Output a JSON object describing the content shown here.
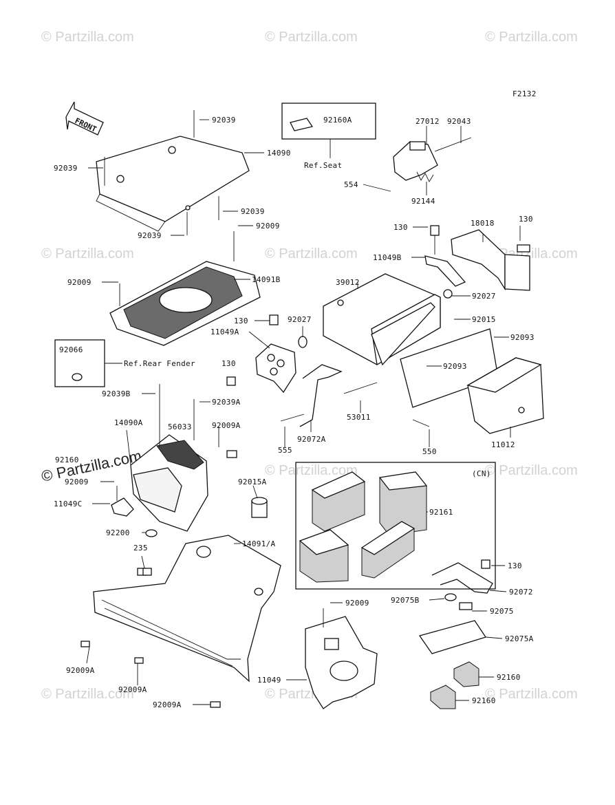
{
  "figure_code": "F2132",
  "watermark": "© Partzilla.com",
  "watermark_big": "© Partzilla.com",
  "front_arrow": "FRONT",
  "ref_labels": {
    "seat": "Ref.Seat",
    "rear_fender": "Ref.Rear Fender"
  },
  "cn_label": "(CN)",
  "callouts": [
    "92039",
    "14090",
    "92039",
    "92039",
    "92009",
    "92039",
    "14091B",
    "92009",
    "92160A",
    "27012",
    "92043",
    "554",
    "92144",
    "130",
    "18018",
    "130",
    "11049B",
    "39012",
    "92027",
    "130",
    "92027",
    "92015",
    "11049A",
    "130",
    "92093",
    "92093",
    "92066",
    "92039B",
    "92039A",
    "14090A",
    "56033",
    "92009A",
    "53011",
    "92072A",
    "555",
    "550",
    "11012",
    "92160",
    "92009",
    "11049C",
    "92015A",
    "92161",
    "92200",
    "14091/A",
    "235",
    "130",
    "92072",
    "92075B",
    "92075",
    "92009",
    "92075A",
    "92009A",
    "92009A",
    "11049",
    "92160",
    "92009A",
    "92160"
  ]
}
